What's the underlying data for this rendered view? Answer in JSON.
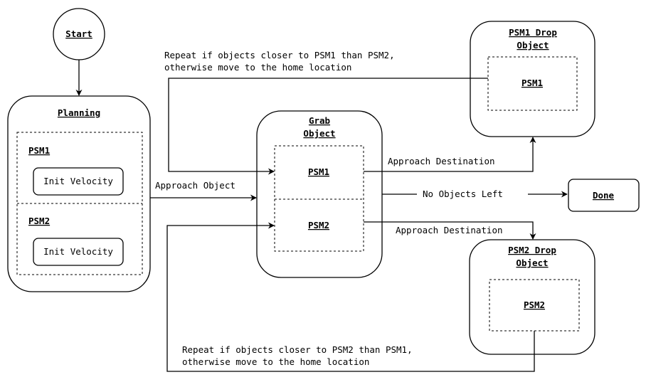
{
  "start": {
    "label": "Start"
  },
  "planning": {
    "title": "Planning",
    "psm1": {
      "label": "PSM1",
      "init": "Init Velocity"
    },
    "psm2": {
      "label": "PSM2",
      "init": "Init Velocity"
    }
  },
  "grab": {
    "title_line1": "Grab",
    "title_line2": "Object",
    "psm1": "PSM1",
    "psm2": "PSM2"
  },
  "drop1": {
    "title_line1": "PSM1 Drop",
    "title_line2": "Object",
    "psm": "PSM1"
  },
  "drop2": {
    "title_line1": "PSM2 Drop",
    "title_line2": "Object",
    "psm": "PSM2"
  },
  "done": {
    "label": "Done"
  },
  "edges": {
    "approach_object": "Approach Object",
    "approach_destination_1": "Approach Destination",
    "approach_destination_2": "Approach Destination",
    "no_objects_left": "No Objects Left",
    "repeat1_line1": "Repeat if objects closer to PSM1 than PSM2,",
    "repeat1_line2": "otherwise move to the home location",
    "repeat2_line1": "Repeat if objects closer to PSM2 than PSM1,",
    "repeat2_line2": "otherwise move to the home location"
  }
}
